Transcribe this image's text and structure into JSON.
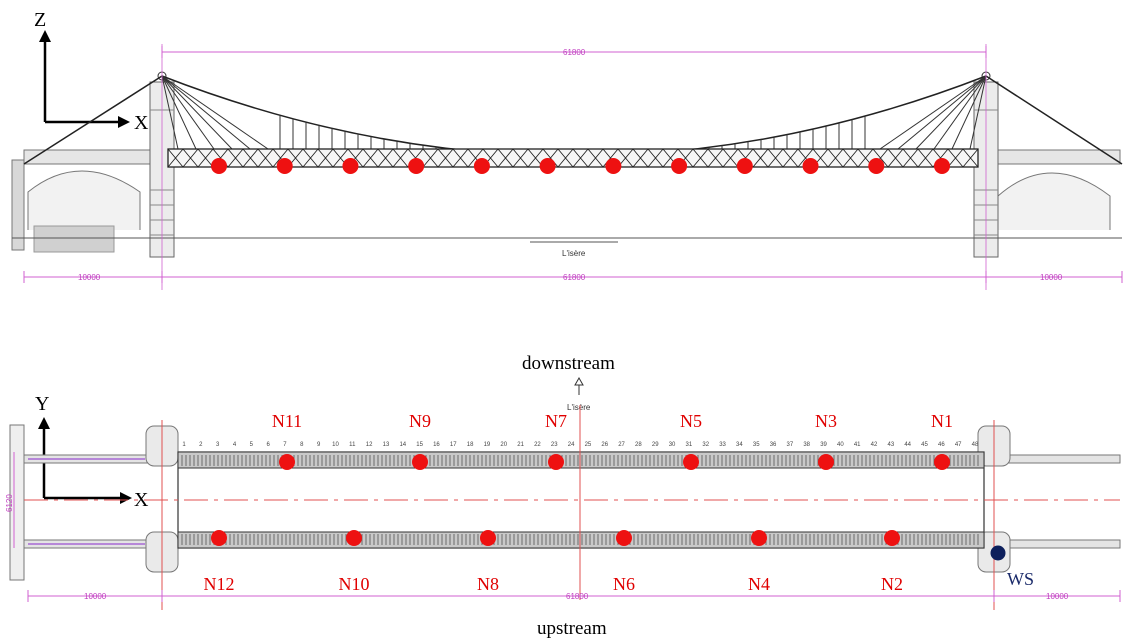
{
  "elevation": {
    "axes": {
      "vertical": "Z",
      "horizontal": "X"
    },
    "dimensions": {
      "span": "61800",
      "left": "10000",
      "right": "10000",
      "span_bottom": "61800"
    },
    "river_label": "L'isère",
    "sensor_count": 12
  },
  "plan": {
    "axes": {
      "vertical": "Y",
      "horizontal": "X"
    },
    "downstream_label": "downstream",
    "upstream_label": "upstream",
    "river_label": "L'isère",
    "width_dim": "6120",
    "dimensions": {
      "left": "10000",
      "span": "61800",
      "right": "10000"
    },
    "top_nodes": [
      "N11",
      "N9",
      "N7",
      "N5",
      "N3",
      "N1"
    ],
    "bottom_nodes": [
      "N12",
      "N10",
      "N8",
      "N6",
      "N4",
      "N2"
    ],
    "station_label": "WS",
    "hanger_numbers": [
      "1",
      "2",
      "3",
      "4",
      "5",
      "6",
      "7",
      "8",
      "9",
      "10",
      "11",
      "12",
      "13",
      "14",
      "15",
      "16",
      "17",
      "18",
      "19",
      "20",
      "21",
      "22",
      "23",
      "24",
      "25",
      "26",
      "27",
      "28",
      "29",
      "30",
      "31",
      "32",
      "33",
      "34",
      "35",
      "36",
      "37",
      "38",
      "39",
      "40",
      "41",
      "42",
      "43",
      "44",
      "45",
      "46",
      "47",
      "48"
    ]
  },
  "colors": {
    "sensor": "#ee1111",
    "station": "#0d1f5c",
    "dimension": "#c03cc0",
    "centerline": "#e05050"
  }
}
